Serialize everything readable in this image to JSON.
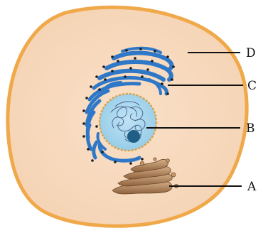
{
  "diagram": {
    "labels": {
      "a": "A",
      "b": "B",
      "c": "C",
      "d": "D"
    }
  },
  "colors": {
    "background": "#ffffff",
    "cytoplasm": "#f7d9bd",
    "cell_membrane": "#f0a94a",
    "nucleus": "#a9d7ee",
    "nuclear_envelope": "#d9a24a",
    "chromatin": "#4a5f8c",
    "nucleolus": "#1f5f86",
    "rough_er": "#2f78c8",
    "ribosome": "#1a1a1a",
    "golgi": "#a67a4f",
    "golgi_light": "#d8b48c",
    "leader_line": "#111111"
  }
}
